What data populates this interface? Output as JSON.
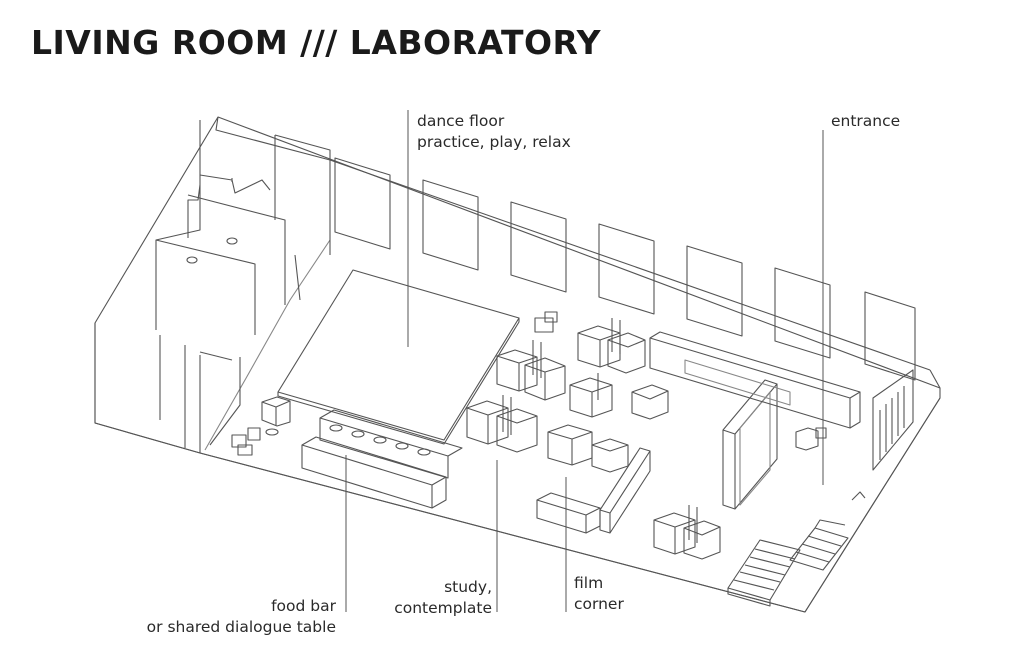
{
  "title": "LIVING ROOM /// LABORATORY",
  "labels": {
    "dance_floor": [
      "dance floor",
      "practice, play, relax"
    ],
    "entrance": [
      "entrance"
    ],
    "food_bar": [
      "food bar",
      "or shared dialogue table"
    ],
    "study": [
      "study,",
      "contemplate"
    ],
    "film": [
      "film",
      "corner"
    ]
  },
  "colors": {
    "line": "#555555",
    "text": "#2a2a2a",
    "background": "#ffffff"
  }
}
